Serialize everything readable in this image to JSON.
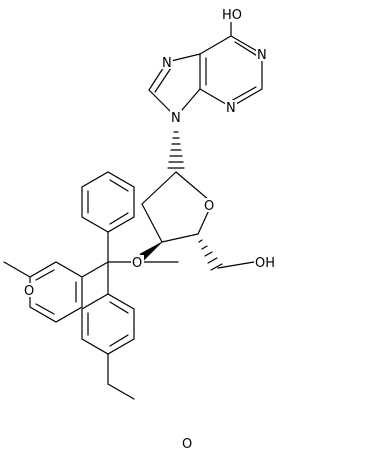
{
  "molecule": {
    "atom_labels": {
      "purine_OH": "HO",
      "purine_N1": "N",
      "purine_N3": "N",
      "purine_N7": "N",
      "purine_N9": "N",
      "ring_O": "O",
      "trityl_O": "O",
      "hydroxymethyl_OH": "OH",
      "methoxy_O_left": "O",
      "methoxy_O_bottom": "O"
    },
    "colors": {
      "bond": "#000000",
      "background": "#ffffff"
    }
  }
}
